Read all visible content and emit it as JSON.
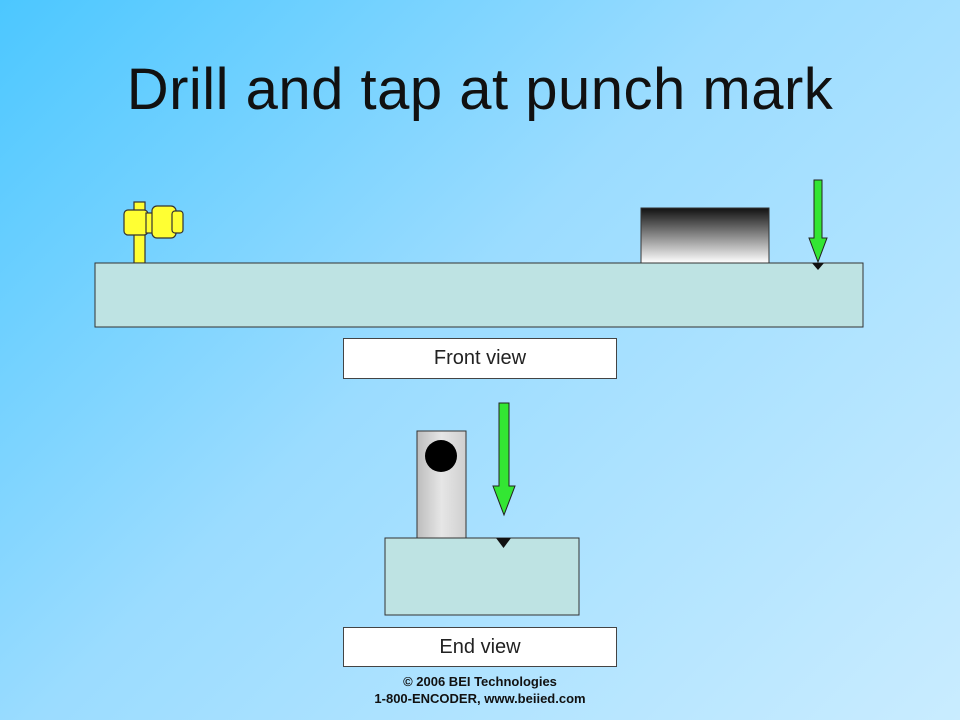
{
  "slide": {
    "title": "Drill and tap at punch mark"
  },
  "labels": {
    "front_view": "Front view",
    "end_view": "End view"
  },
  "footer": {
    "copyright": "© 2006 BEI Technologies",
    "contact": "1-800-ENCODER,  www.beiied.com"
  },
  "colors": {
    "workpiece": "#bee3e3",
    "arrow": "#33e633",
    "hammer": "#ffff33",
    "outline": "#333333"
  },
  "icons": {
    "hammer": "hammer-icon",
    "drill_arrow": "arrow-down-icon",
    "punch_mark": "triangle-down-icon"
  }
}
